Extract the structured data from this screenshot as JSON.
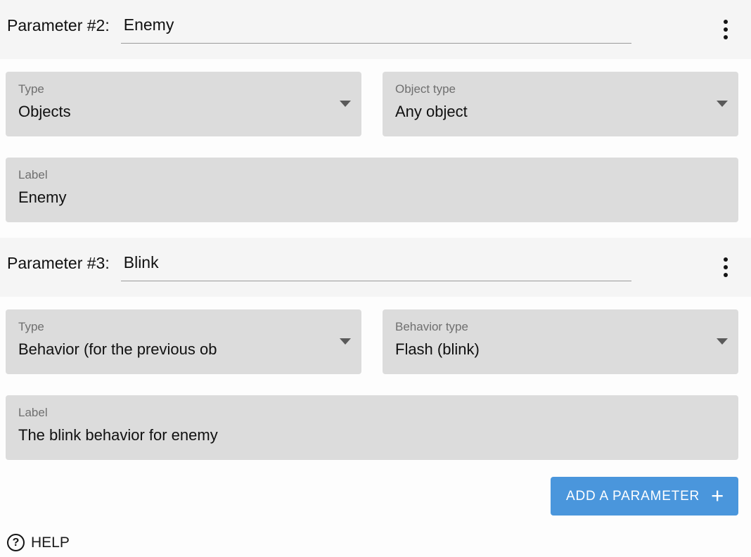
{
  "colors": {
    "accent_blue": "#4a96dc",
    "field_background": "#dcdcdc",
    "header_band": "#f5f5f5"
  },
  "parameters": [
    {
      "header": "Parameter #2:",
      "name": "Enemy",
      "type_field": {
        "label": "Type",
        "value": "Objects"
      },
      "subtype_field": {
        "label": "Object type",
        "value": "Any object"
      },
      "label_field": {
        "label": "Label",
        "value": "Enemy"
      }
    },
    {
      "header": "Parameter #3:",
      "name": "Blink",
      "type_field": {
        "label": "Type",
        "value": "Behavior (for the previous ob"
      },
      "subtype_field": {
        "label": "Behavior type",
        "value": "Flash (blink)"
      },
      "label_field": {
        "label": "Label",
        "value": "The blink behavior for enemy"
      }
    }
  ],
  "add_parameter_button": {
    "label": "ADD A PARAMETER",
    "icon": "plus-icon"
  },
  "help": {
    "label": "HELP",
    "icon": "help-circle-icon"
  }
}
